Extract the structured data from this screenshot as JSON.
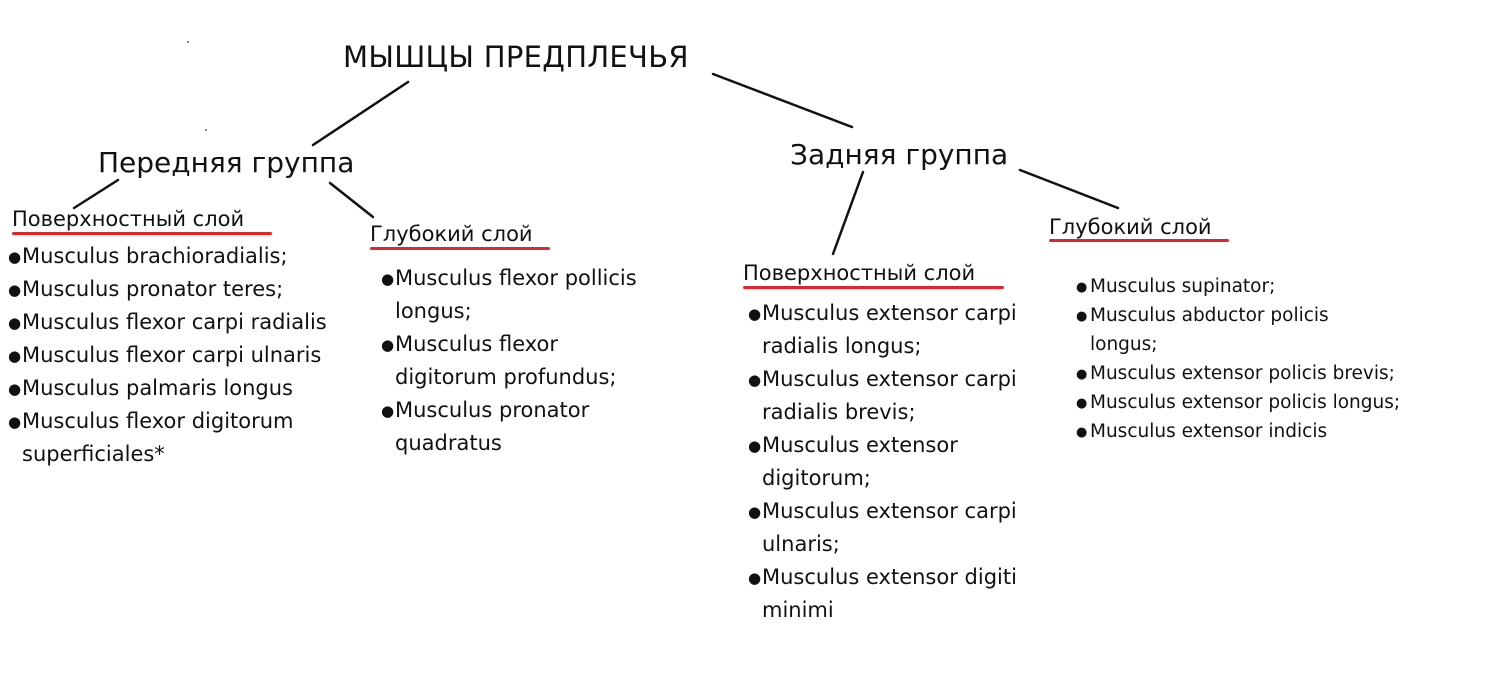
{
  "title": "МЫШЦЫ ПРЕДПЛЕЧЬЯ",
  "colors": {
    "underline": "#e0262b",
    "line": "#111111"
  },
  "anterior": {
    "label": "Передняя группа",
    "superficial": {
      "label": "Поверхностный слой",
      "items": [
        "Musculus brachioradialis;",
        "Musculus pronator teres;",
        "Musculus flexor carpi radialis",
        "Musculus flexor carpi ulnaris",
        "Musculus palmaris longus",
        "Musculus flexor digitorum",
        "superficiales*"
      ]
    },
    "deep": {
      "label": "Глубокий слой",
      "items": [
        "Musculus flexor pollicis",
        "longus;",
        "Musculus flexor",
        "digitorum profundus;",
        "Musculus pronator",
        "quadratus"
      ]
    }
  },
  "posterior": {
    "label": "Задняя группа",
    "superficial": {
      "label": "Поверхностный слой",
      "items": [
        "Musculus extensor carpi",
        "radialis longus;",
        "Musculus extensor carpi",
        "radialis brevis;",
        "Musculus extensor",
        "digitorum;",
        "Musculus extensor carpi",
        "ulnaris;",
        "Musculus extensor digiti",
        "minimi"
      ]
    },
    "deep": {
      "label": "Глубокий слой",
      "items": [
        "Musculus supinator;",
        "Musculus abductor policis",
        "longus;",
        "Musculus extensor policis brevis;",
        "Musculus extensor policis longus;",
        "Musculus extensor indicis"
      ]
    }
  }
}
